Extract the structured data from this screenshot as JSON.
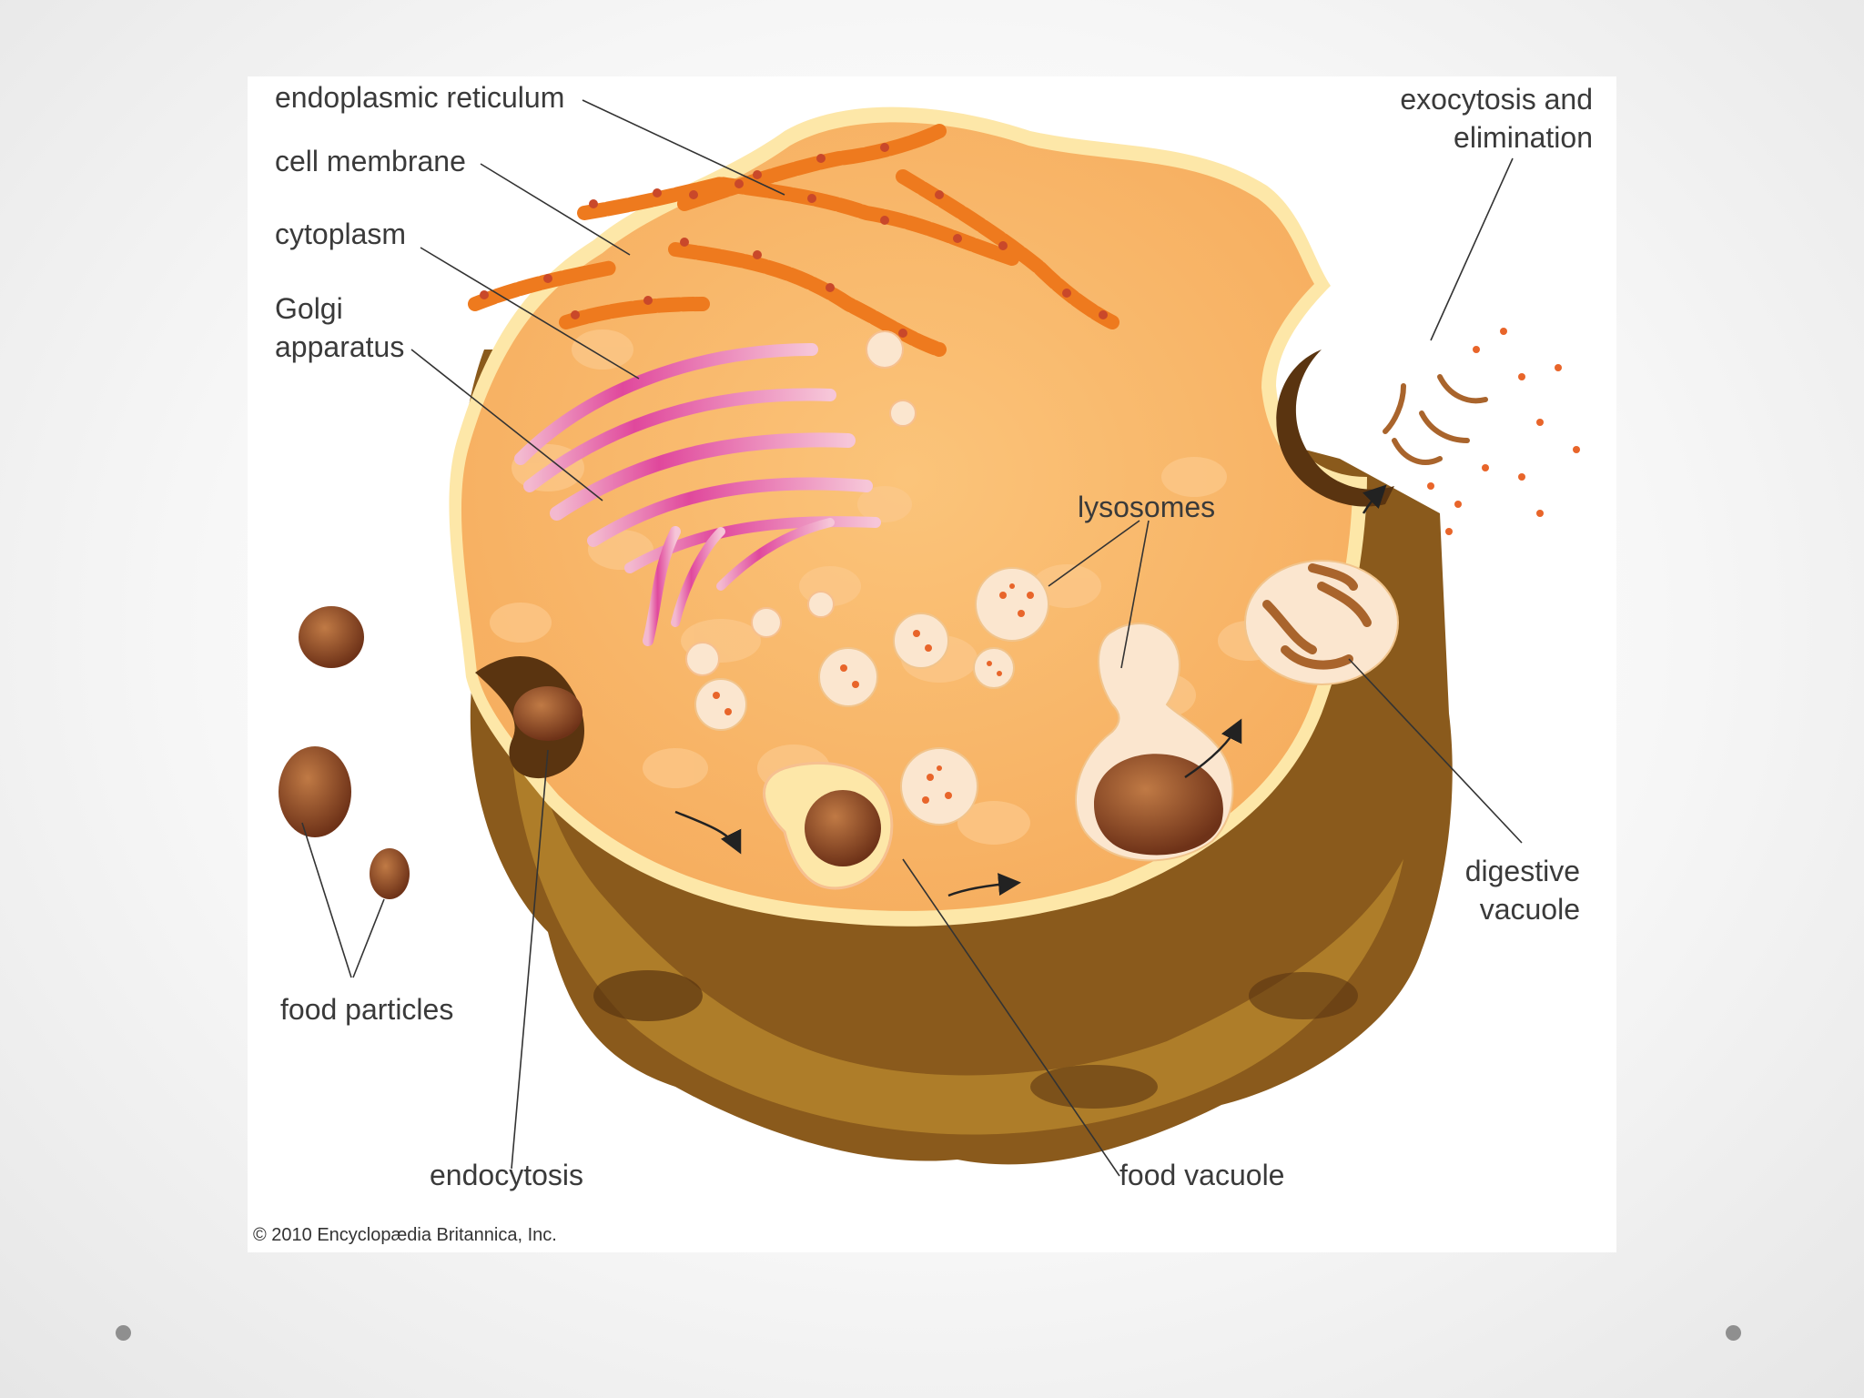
{
  "labels": {
    "endoplasmic_reticulum": "endoplasmic reticulum",
    "cell_membrane": "cell membrane",
    "cytoplasm": "cytoplasm",
    "golgi_line1": "Golgi",
    "golgi_line2": "apparatus",
    "lysosomes": "lysosomes",
    "exocytosis_line1": "exocytosis and",
    "exocytosis_line2": "elimination",
    "digestive_line1": "digestive",
    "digestive_line2": "vacuole",
    "food_particles": "food particles",
    "endocytosis": "endocytosis",
    "food_vacuole": "food vacuole"
  },
  "credit": "© 2010 Encyclopædia Britannica, Inc.",
  "colors": {
    "cytoplasm": "#f9b96a",
    "membrane": "#fde7a8",
    "outer_shell": "#8a5a1c",
    "endoplasmic_reticulum": "#ee7a1e",
    "golgi": "#e0489c",
    "food_particle": "#8a4a26",
    "lysosome": "#fbe6cf",
    "leader_line": "#333333"
  }
}
